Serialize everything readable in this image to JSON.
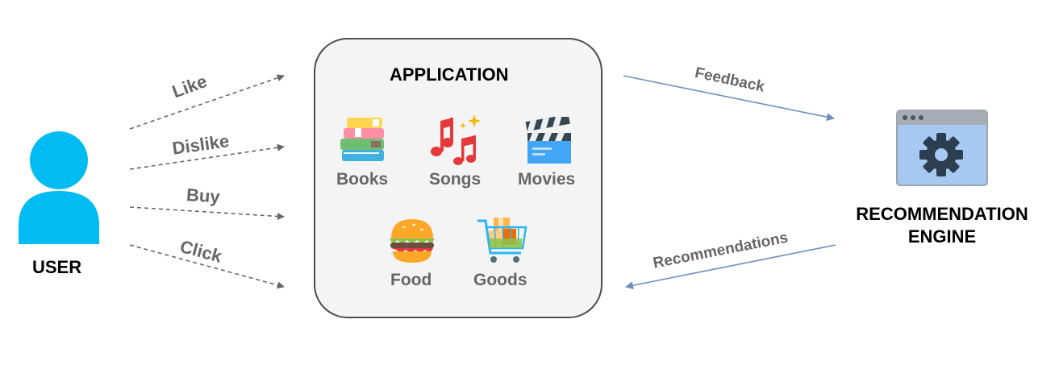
{
  "user": {
    "label": "USER",
    "color": "#00bcf2"
  },
  "actions": [
    {
      "id": "like",
      "label": "Like"
    },
    {
      "id": "dislike",
      "label": "Dislike"
    },
    {
      "id": "buy",
      "label": "Buy"
    },
    {
      "id": "click",
      "label": "Click"
    }
  ],
  "application": {
    "title": "APPLICATION",
    "categories": [
      {
        "id": "books",
        "label": "Books",
        "icon": "books-icon"
      },
      {
        "id": "songs",
        "label": "Songs",
        "icon": "music-notes-icon"
      },
      {
        "id": "movies",
        "label": "Movies",
        "icon": "clapperboard-icon"
      },
      {
        "id": "food",
        "label": "Food",
        "icon": "burger-icon"
      },
      {
        "id": "goods",
        "label": "Goods",
        "icon": "shopping-cart-icon"
      }
    ]
  },
  "flows": {
    "feedback": "Feedback",
    "recommendations": "Recommendations",
    "arrow_color": "#6c8ebf"
  },
  "engine": {
    "label_line1": "RECOMMENDATION",
    "label_line2": "ENGINE",
    "icon": "gear-window-icon"
  }
}
